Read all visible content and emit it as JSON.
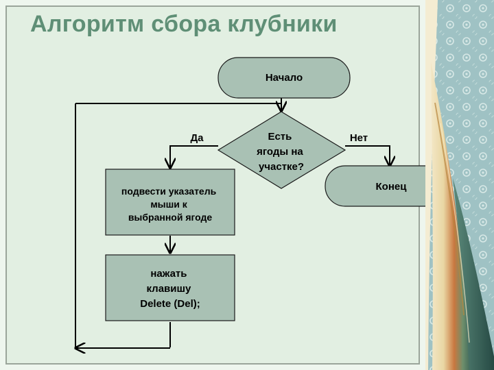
{
  "title": "Алгоритм сбора клубники",
  "nodes": {
    "start": "Начало",
    "decision": [
      "Есть",
      "ягоды на",
      "участке?"
    ],
    "end": "Конец",
    "move_pointer": [
      "подвести указатель",
      "мыши к",
      "выбранной ягоде"
    ],
    "press_key": [
      "нажать",
      "клавишу",
      "Delete (Del);"
    ]
  },
  "edge_labels": {
    "yes": "Да",
    "no": "Нет"
  },
  "colors": {
    "background": "#e2efe2",
    "title": "#5f8f76",
    "shape_fill": "#a9c1b4",
    "line": "#000000"
  }
}
